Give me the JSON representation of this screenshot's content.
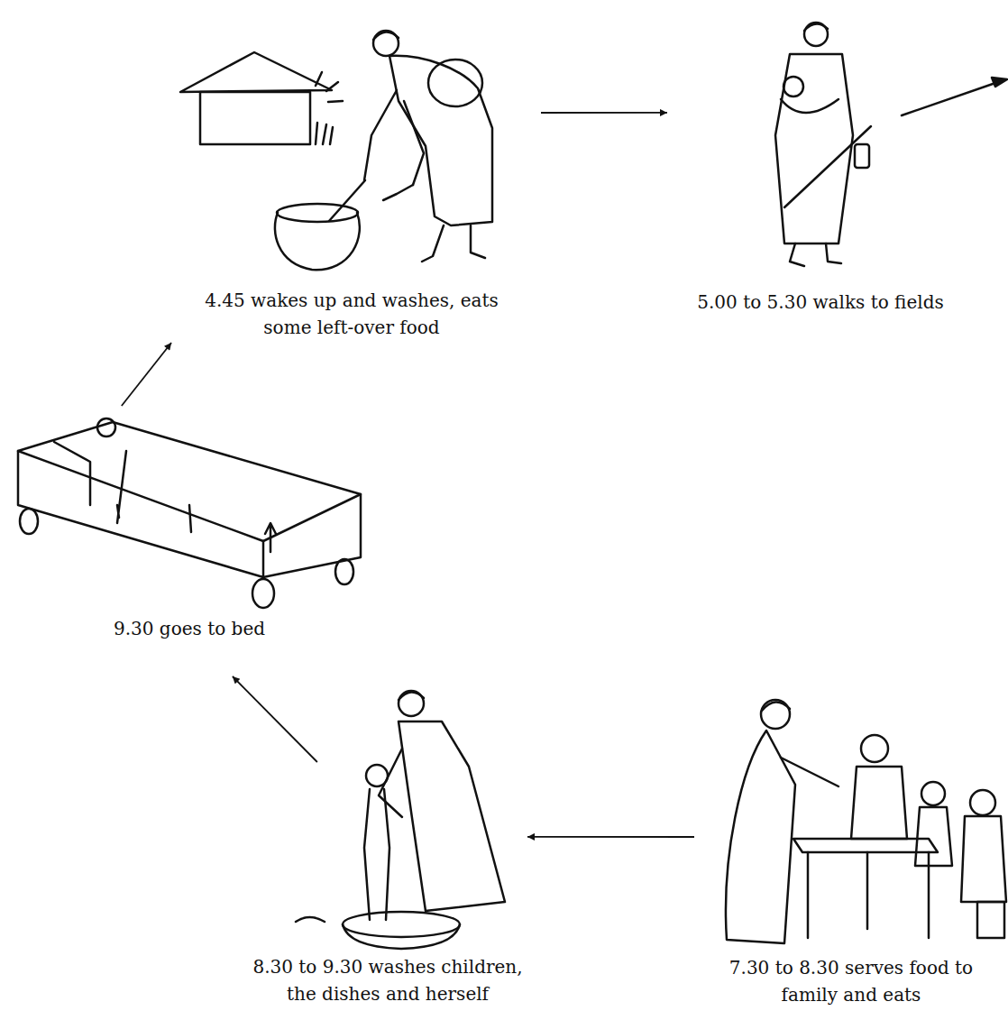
{
  "diagram": {
    "nodes": [
      {
        "text": [
          "4.45 wakes up and washes, eats some left-over food"
        ]
      },
      {
        "text": [
          "5.00 to 5.30 walks to fields"
        ]
      },
      {
        "text": [
          "9.30 goes to bed"
        ]
      },
      {
        "text": [
          "8.30 to 9.30 washes children, the dishes and herself"
        ]
      },
      {
        "text": [
          "7.30 to 8.30 serves food to family and eats"
        ]
      }
    ],
    "edges": [
      {
        "from": 0,
        "to": 1,
        "arrow": "to"
      },
      {
        "from": 4,
        "to": 3,
        "arrow": "to"
      },
      {
        "from": 3,
        "to": 2,
        "arrow": "to"
      },
      {
        "from": 2,
        "to": 0,
        "arrow": "to"
      }
    ]
  }
}
